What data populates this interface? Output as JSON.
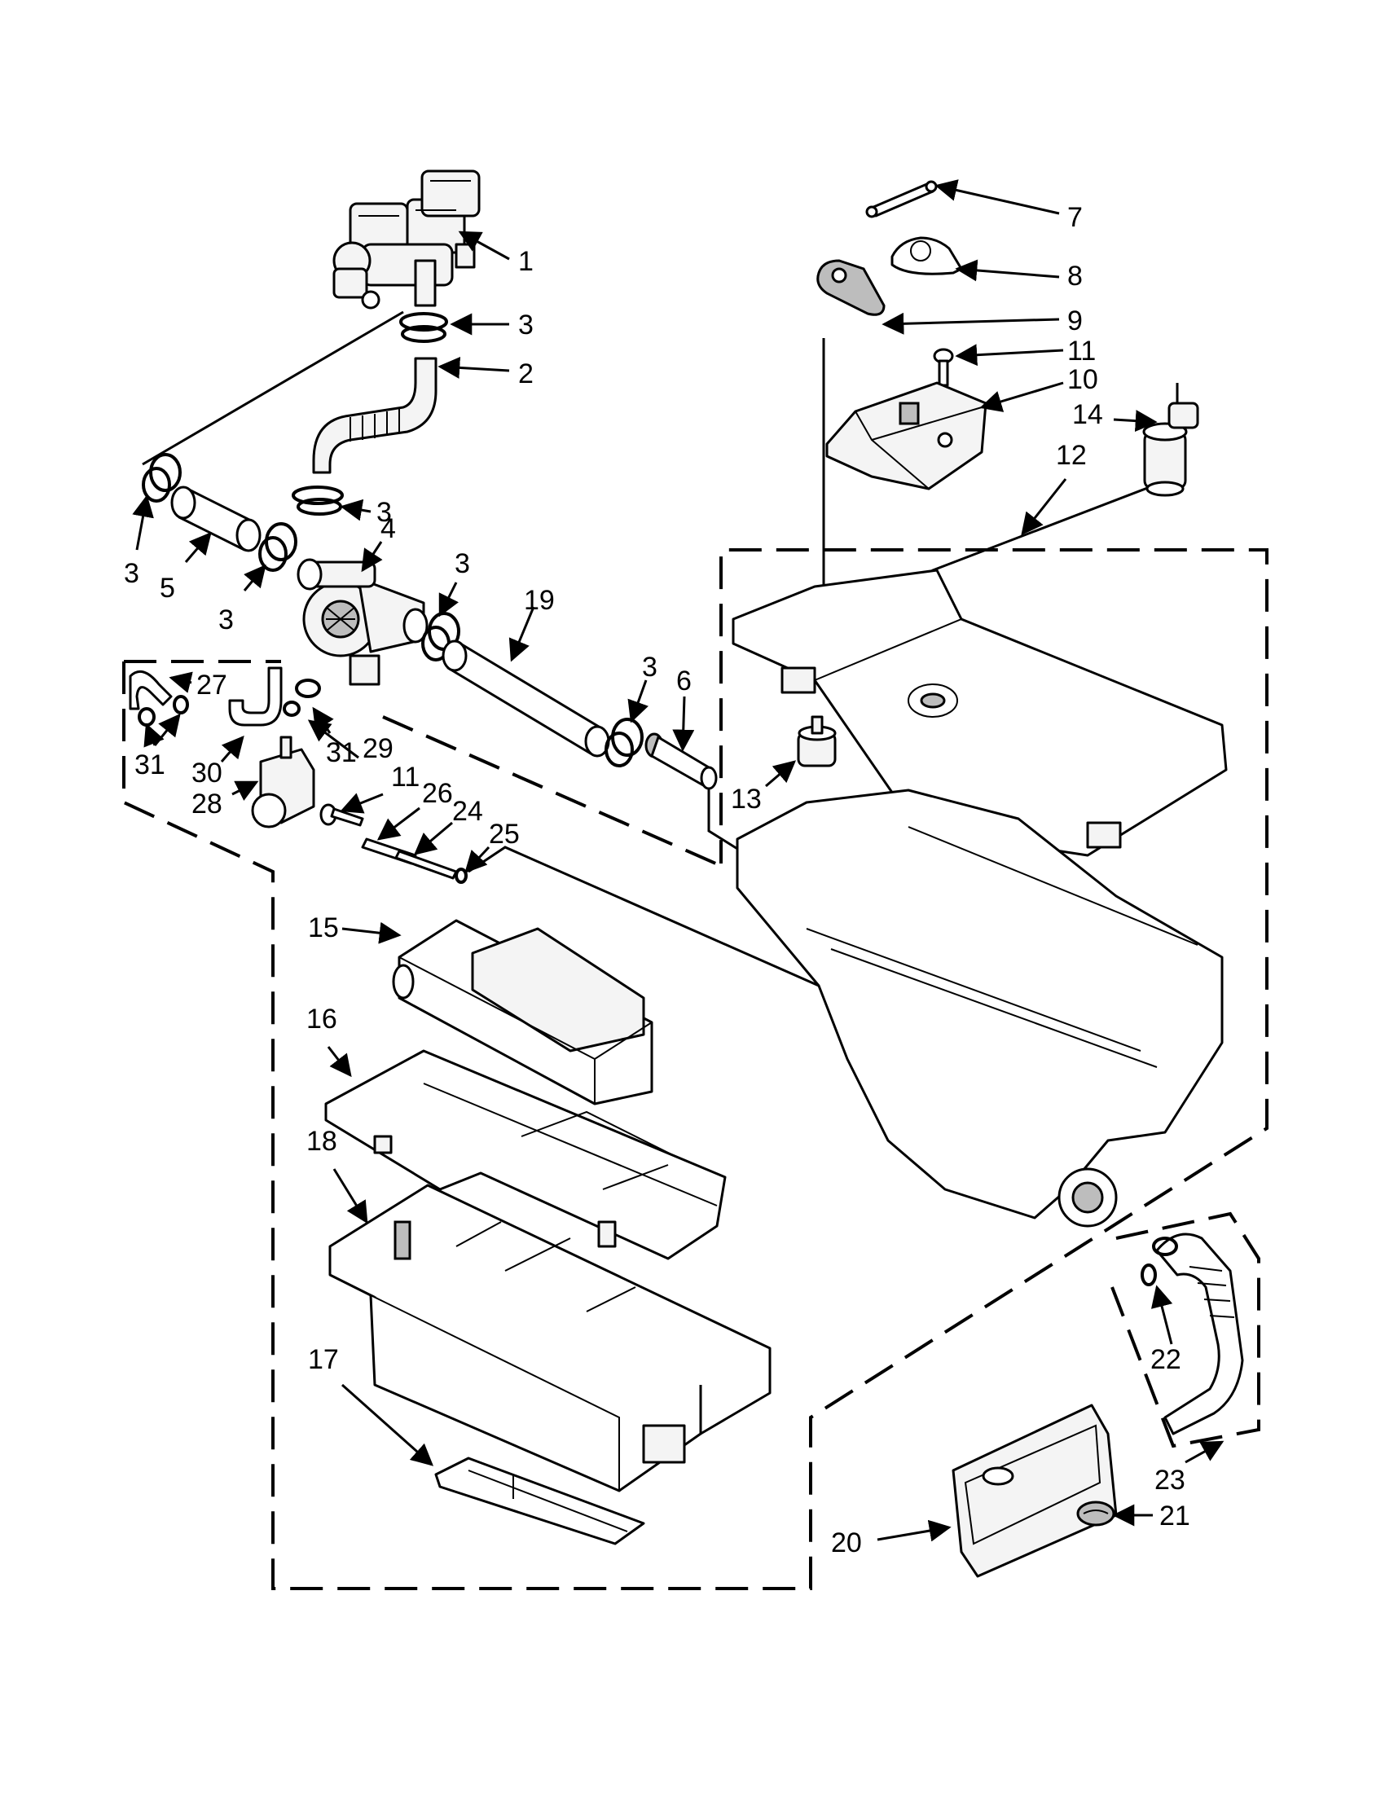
{
  "diagram": {
    "callouts": [
      {
        "id": "c1",
        "label": "1"
      },
      {
        "id": "c3a",
        "label": "3"
      },
      {
        "id": "c2",
        "label": "2"
      },
      {
        "id": "c3b",
        "label": "3"
      },
      {
        "id": "c3c",
        "label": "3"
      },
      {
        "id": "c4",
        "label": "4"
      },
      {
        "id": "c5",
        "label": "5"
      },
      {
        "id": "c3d",
        "label": "3"
      },
      {
        "id": "c3e",
        "label": "3"
      },
      {
        "id": "c19",
        "label": "19"
      },
      {
        "id": "c3f",
        "label": "3"
      },
      {
        "id": "c6",
        "label": "6"
      },
      {
        "id": "c27",
        "label": "27"
      },
      {
        "id": "c31a",
        "label": "31"
      },
      {
        "id": "c30",
        "label": "30"
      },
      {
        "id": "c28",
        "label": "28"
      },
      {
        "id": "c31b",
        "label": "31"
      },
      {
        "id": "c29",
        "label": "29"
      },
      {
        "id": "c11a",
        "label": "11"
      },
      {
        "id": "c26",
        "label": "26"
      },
      {
        "id": "c24",
        "label": "24"
      },
      {
        "id": "c25",
        "label": "25"
      },
      {
        "id": "c13",
        "label": "13"
      },
      {
        "id": "c7",
        "label": "7"
      },
      {
        "id": "c8",
        "label": "8"
      },
      {
        "id": "c9",
        "label": "9"
      },
      {
        "id": "c11b",
        "label": "11"
      },
      {
        "id": "c10",
        "label": "10"
      },
      {
        "id": "c14",
        "label": "14"
      },
      {
        "id": "c12",
        "label": "12"
      },
      {
        "id": "c15",
        "label": "15"
      },
      {
        "id": "c16",
        "label": "16"
      },
      {
        "id": "c18",
        "label": "18"
      },
      {
        "id": "c17",
        "label": "17"
      },
      {
        "id": "c22",
        "label": "22"
      },
      {
        "id": "c23",
        "label": "23"
      },
      {
        "id": "c20",
        "label": "20"
      },
      {
        "id": "c21",
        "label": "21"
      }
    ]
  }
}
